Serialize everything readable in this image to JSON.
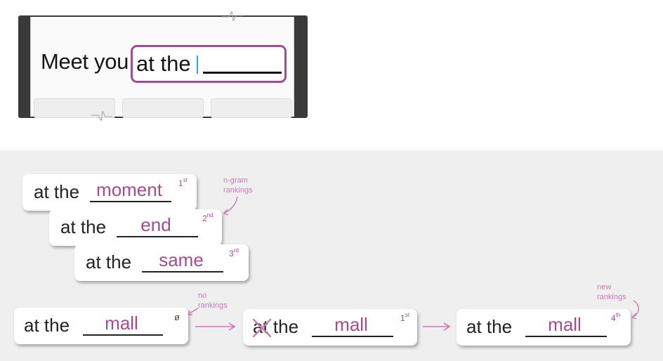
{
  "phone": {
    "lead_text": "Meet you",
    "input_text": "at the"
  },
  "ngram_cards": [
    {
      "prefix": "at the",
      "word": "moment",
      "rank_num": "1",
      "rank_suffix": "st"
    },
    {
      "prefix": "at the",
      "word": "end",
      "rank_num": "2",
      "rank_suffix": "nd"
    },
    {
      "prefix": "at the",
      "word": "same",
      "rank_num": "3",
      "rank_suffix": "rd"
    }
  ],
  "annotations": {
    "ngram_rankings": [
      "n-gram",
      "rankings"
    ],
    "no_rankings": [
      "no",
      "rankings"
    ],
    "new_rankings": [
      "new",
      "rankings"
    ]
  },
  "flow_cards": [
    {
      "prefix": "at the",
      "word": "mall",
      "rank_text": "ø"
    },
    {
      "prefix_struck": "at",
      "prefix_rest": "the",
      "word": "mall",
      "rank_num": "1",
      "rank_suffix": "st"
    },
    {
      "prefix": "at the",
      "word": "mall",
      "rank_num": "4",
      "rank_suffix": "th"
    }
  ],
  "colors": {
    "accent": "#a44a8e",
    "annotation": "#c77bb1",
    "cursor": "#2aa6e0",
    "panel_bg": "#efefef"
  }
}
